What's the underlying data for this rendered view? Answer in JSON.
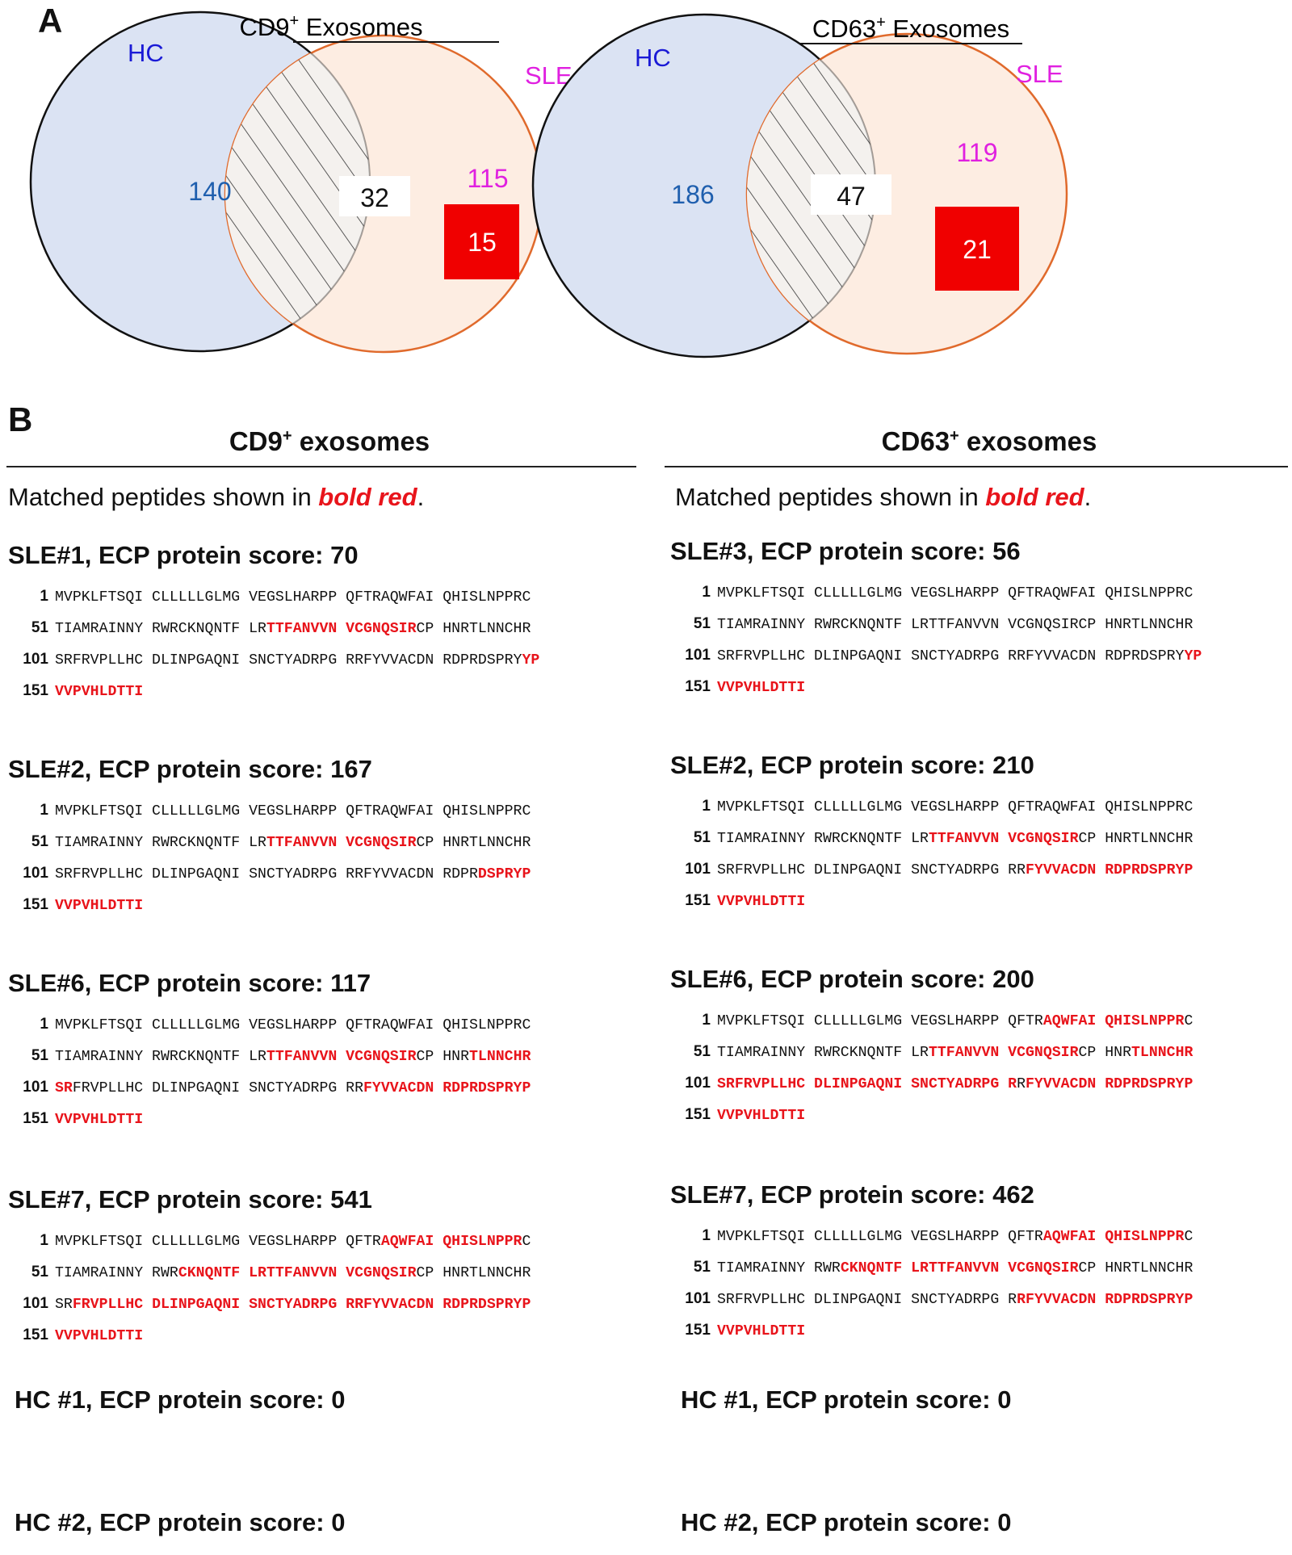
{
  "panel_a": {
    "letter": "A",
    "venns": [
      {
        "title": "CD9",
        "title_sup": "+",
        "title_rest": " Exosomes",
        "left_label": "HC",
        "right_label": "SLE",
        "hc_only": "140",
        "overlap": "32",
        "sle_only": "115",
        "highlight": "15"
      },
      {
        "title": "CD63",
        "title_sup": "+",
        "title_rest": " Exosomes",
        "left_label": "HC",
        "right_label": "SLE",
        "hc_only": "186",
        "overlap": "47",
        "sle_only": "119",
        "highlight": "21"
      }
    ],
    "colors": {
      "hc_fill": "#dbe3f3",
      "sle_fill": "#fdece0",
      "sle_stroke": "#e06a2c",
      "hc_label": "#1a1ad6",
      "sle_label": "#e020e0",
      "hc_number": "#1f5fae",
      "highlight": "#f00000"
    }
  },
  "panel_b": {
    "letter": "B",
    "columns": [
      {
        "heading": "CD9",
        "heading_sup": "+",
        "heading_rest": " exosomes",
        "note_prefix": "Matched peptides shown in ",
        "note_emph": "bold red",
        "note_suffix": ".",
        "entries": [
          {
            "title": "SLE#1, ECP protein score: 70",
            "lines": [
              {
                "num": "1",
                "seg": [
                  [
                    "MVPKLFTSQI CLLLLLGLMG VEGSLHARPP QFTRAQWFAI QHISLNPPRC",
                    0
                  ]
                ]
              },
              {
                "num": "51",
                "seg": [
                  [
                    "TIAMRAINNY RWRCKNQNTF LR",
                    0
                  ],
                  [
                    "TTFANVVN VCGNQSIR",
                    1
                  ],
                  [
                    "CP HNRTLNNCHR",
                    0
                  ]
                ]
              },
              {
                "num": "101",
                "seg": [
                  [
                    "SRFRVPLLHC DLINPGAQNI SNCTYADRPG RRFYVVACDN RDPRDSPRY",
                    0
                  ],
                  [
                    "YP",
                    1
                  ]
                ]
              },
              {
                "num": "151",
                "seg": [
                  [
                    "VVPVHLDTTI",
                    1
                  ]
                ]
              }
            ]
          },
          {
            "title": "SLE#2, ECP protein score: 167",
            "lines": [
              {
                "num": "1",
                "seg": [
                  [
                    "MVPKLFTSQI CLLLLLGLMG VEGSLHARPP QFTRAQWFAI QHISLNPPRC",
                    0
                  ]
                ]
              },
              {
                "num": "51",
                "seg": [
                  [
                    "TIAMRAINNY RWRCKNQNTF LR",
                    0
                  ],
                  [
                    "TTFANVVN VCGNQSIR",
                    1
                  ],
                  [
                    "CP HNRTLNNCHR",
                    0
                  ]
                ]
              },
              {
                "num": "101",
                "seg": [
                  [
                    "SRFRVPLLHC DLINPGAQNI SNCTYADRPG RRFYVVACDN RDPR",
                    0
                  ],
                  [
                    "DSPRYP",
                    1
                  ]
                ]
              },
              {
                "num": "151",
                "seg": [
                  [
                    "VVPVHLDTTI",
                    1
                  ]
                ]
              }
            ]
          },
          {
            "title": "SLE#6, ECP protein score: 117",
            "lines": [
              {
                "num": "1",
                "seg": [
                  [
                    "MVPKLFTSQI CLLLLLGLMG VEGSLHARPP QFTRAQWFAI QHISLNPPRC",
                    0
                  ]
                ]
              },
              {
                "num": "51",
                "seg": [
                  [
                    "TIAMRAINNY RWRCKNQNTF LR",
                    0
                  ],
                  [
                    "TTFANVVN VCGNQSIR",
                    1
                  ],
                  [
                    "CP HNR",
                    0
                  ],
                  [
                    "TLNNCHR",
                    1
                  ]
                ]
              },
              {
                "num": "101",
                "seg": [
                  [
                    "SR",
                    1
                  ],
                  [
                    "FRVPLLHC DLINPGAQNI SNCTYADRPG RR",
                    0
                  ],
                  [
                    "FYVVACDN RDPRDSPRYP",
                    1
                  ]
                ]
              },
              {
                "num": "151",
                "seg": [
                  [
                    "VVPVHLDTTI",
                    1
                  ]
                ]
              }
            ]
          },
          {
            "title": "SLE#7, ECP protein score: 541",
            "lines": [
              {
                "num": "1",
                "seg": [
                  [
                    "MVPKLFTSQI CLLLLLGLMG VEGSLHARPP QFTR",
                    0
                  ],
                  [
                    "AQWFAI QHISLNPPR",
                    1
                  ],
                  [
                    "C",
                    0
                  ]
                ]
              },
              {
                "num": "51",
                "seg": [
                  [
                    "TIAMRAINNY RWR",
                    0
                  ],
                  [
                    "CKNQNTF LRTTFANVVN VCGNQSIR",
                    1
                  ],
                  [
                    "CP HNRTLNNCHR",
                    0
                  ]
                ]
              },
              {
                "num": "101",
                "seg": [
                  [
                    "SR",
                    0
                  ],
                  [
                    "FRVPLLHC DLINPGAQNI SNCTYADRPG RRFYVVACDN RDPRDSPRYP",
                    1
                  ]
                ]
              },
              {
                "num": "151",
                "seg": [
                  [
                    "VVPVHLDTTI",
                    1
                  ]
                ]
              }
            ]
          }
        ],
        "hc": [
          "HC #1, ECP protein score: 0",
          "HC #2, ECP protein score: 0"
        ]
      },
      {
        "heading": "CD63",
        "heading_sup": "+",
        "heading_rest": " exosomes",
        "note_prefix": "Matched peptides shown in ",
        "note_emph": "bold red",
        "note_suffix": ".",
        "entries": [
          {
            "title": "SLE#3, ECP protein score: 56",
            "lines": [
              {
                "num": "1",
                "seg": [
                  [
                    "MVPKLFTSQI CLLLLLGLMG VEGSLHARPP QFTRAQWFAI QHISLNPPRC",
                    0
                  ]
                ]
              },
              {
                "num": "51",
                "seg": [
                  [
                    "TIAMRAINNY RWRCKNQNTF LRTTFANVVN VCGNQSIRCP HNRTLNNCHR",
                    0
                  ]
                ]
              },
              {
                "num": "101",
                "seg": [
                  [
                    "SRFRVPLLHC DLINPGAQNI SNCTYADRPG RRFYVVACDN RDPRDSPRY",
                    0
                  ],
                  [
                    "YP",
                    1
                  ]
                ]
              },
              {
                "num": "151",
                "seg": [
                  [
                    "VVPVHLDTTI",
                    1
                  ]
                ]
              }
            ]
          },
          {
            "title": "SLE#2, ECP protein score: 210",
            "lines": [
              {
                "num": "1",
                "seg": [
                  [
                    "MVPKLFTSQI CLLLLLGLMG VEGSLHARPP QFTRAQWFAI QHISLNPPRC",
                    0
                  ]
                ]
              },
              {
                "num": "51",
                "seg": [
                  [
                    "TIAMRAINNY RWRCKNQNTF LR",
                    0
                  ],
                  [
                    "TTFANVVN VCGNQSIR",
                    1
                  ],
                  [
                    "CP HNRTLNNCHR",
                    0
                  ]
                ]
              },
              {
                "num": "101",
                "seg": [
                  [
                    "SRFRVPLLHC DLINPGAQNI SNCTYADRPG RR",
                    0
                  ],
                  [
                    "FYVVACDN RDPRDSPRYP",
                    1
                  ]
                ]
              },
              {
                "num": "151",
                "seg": [
                  [
                    "VVPVHLDTTI",
                    1
                  ]
                ]
              }
            ]
          },
          {
            "title": "SLE#6, ECP protein score: 200",
            "lines": [
              {
                "num": "1",
                "seg": [
                  [
                    "MVPKLFTSQI CLLLLLGLMG VEGSLHARPP QFTR",
                    0
                  ],
                  [
                    "AQWFAI QHISLNPPR",
                    1
                  ],
                  [
                    "C",
                    0
                  ]
                ]
              },
              {
                "num": "51",
                "seg": [
                  [
                    "TIAMRAINNY RWRCKNQNTF LR",
                    0
                  ],
                  [
                    "TTFANVVN VCGNQSIR",
                    1
                  ],
                  [
                    "CP HNR",
                    0
                  ],
                  [
                    "TLNNCHR",
                    1
                  ]
                ]
              },
              {
                "num": "101",
                "seg": [
                  [
                    "SRFRVPLLHC DLINPGAQNI SNCTYADRPG R",
                    1
                  ],
                  [
                    "R",
                    0
                  ],
                  [
                    "FYVVACDN RDPRDSPRYP",
                    1
                  ]
                ]
              },
              {
                "num": "151",
                "seg": [
                  [
                    "VVPVHLDTTI",
                    1
                  ]
                ]
              }
            ]
          },
          {
            "title": "SLE#7, ECP protein score: 462",
            "lines": [
              {
                "num": "1",
                "seg": [
                  [
                    "MVPKLFTSQI CLLLLLGLMG VEGSLHARPP QFTR",
                    0
                  ],
                  [
                    "AQWFAI QHISLNPPR",
                    1
                  ],
                  [
                    "C",
                    0
                  ]
                ]
              },
              {
                "num": "51",
                "seg": [
                  [
                    "TIAMRAINNY RWR",
                    0
                  ],
                  [
                    "CKNQNTF LRTTFANVVN VCGNQSIR",
                    1
                  ],
                  [
                    "CP HNRTLNNCHR",
                    0
                  ]
                ]
              },
              {
                "num": "101",
                "seg": [
                  [
                    "SRFRVPLLHC DLINPGAQNI SNCTYADRPG R",
                    0
                  ],
                  [
                    "RFYVVACDN RDPRDSPRYP",
                    1
                  ]
                ]
              },
              {
                "num": "151",
                "seg": [
                  [
                    "VVPVHLDTTI",
                    1
                  ]
                ]
              }
            ]
          }
        ],
        "hc": [
          "HC #1, ECP protein score: 0",
          "HC #2, ECP protein score: 0"
        ]
      }
    ]
  }
}
